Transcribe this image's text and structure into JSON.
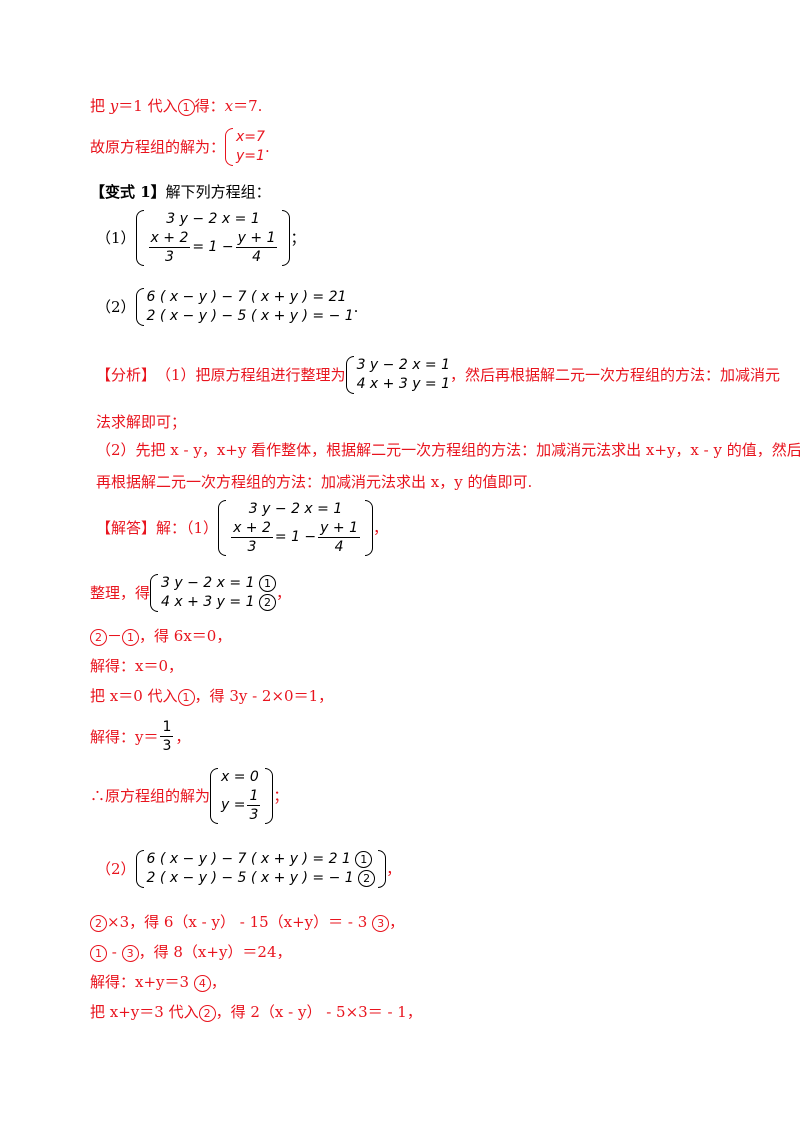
{
  "lines": {
    "l1": {
      "a": "把 ",
      "b": "y",
      "c": "＝1 代入",
      "d": "1",
      "e": "得：",
      "f": "x",
      "g": "＝7."
    },
    "l2": {
      "pre": "故原方程组的解为：",
      "eq1": "x=7",
      "eq2": "y=1",
      "post": "."
    },
    "variant_label": "【变式 1】",
    "variant_text": "解下列方程组：",
    "p1_label": "（1）",
    "p1_eq1": "3 y − 2 x = 1",
    "p1_eq2_pre": "",
    "p1_f1_n": "x + 2",
    "p1_f1_d": "3",
    "p1_eq2_mid": "= 1 −",
    "p1_f2_n": "y + 1",
    "p1_f2_d": "4",
    "p1_post": "；",
    "p2_label": "（2）",
    "p2_eq1": "6 ( x − y ) − 7 ( x + y ) = 21",
    "p2_eq2": "2 ( x − y ) − 5 ( x + y ) = − 1",
    "p2_post": ".",
    "analysis_label": "【分析】",
    "analysis_pre": "（1）把原方程组进行整理为",
    "analysis_eq1": "3 y − 2 x = 1",
    "analysis_eq2": "4 x + 3 y = 1",
    "analysis_post": "，然后再根据解二元一次方程组的方法：加减消元",
    "analysis_l2": "法求解即可；",
    "analysis_l3": "（2）先把 x - y，x+y 看作整体，根据解二元一次方程组的方法：加减消元法求出 x+y，x - y 的值，然后",
    "analysis_l4": "再根据解二元一次方程组的方法：加减消元法求出 x，y 的值即可.",
    "answer_label": "【解答】",
    "answer_pre": "解：（1）",
    "answer_post": "，",
    "tidy_pre": "整理，得",
    "tidy_eq1": "3 y − 2 x = 1",
    "tidy_eq2": "4 x + 3 y = 1",
    "tidy_post": "，",
    "s1": "－",
    "s1_post": "，得 6x＝0，",
    "s2": "解得：x＝0，",
    "s3_pre": "把 x＝0 代入",
    "s3_post": "，得 3y - 2×0＝1，",
    "s4_pre": "解得：y＝",
    "s4_n": "1",
    "s4_d": "3",
    "s4_post": "，",
    "s5_pre": "∴原方程组的解为",
    "s5_eq1": "x = 0",
    "s5_eq2_pre": "y =",
    "s5_n": "1",
    "s5_d": "3",
    "s5_post": "；",
    "q2_label": "（2）",
    "q2_eq1": "6 ( x − y ) − 7 ( x + y ) = 2 1",
    "q2_eq2": "2 ( x − y ) − 5 ( x + y ) = − 1",
    "q2_post": "，",
    "t1_post": "×3，得 6（x - y） - 15（x+y）＝ - 3",
    "t1_end": "，",
    "t2_mid": " - ",
    "t2_post": "，得 8（x+y）＝24，",
    "t3": "解得：x+y＝3",
    "t3_end": "，",
    "t4_pre": "把 x+y＝3 代入",
    "t4_post": "，得 2（x - y） - 5×3＝ - 1，"
  },
  "circled": {
    "one": "1",
    "two": "2",
    "three": "3",
    "four": "4"
  },
  "colors": {
    "answer": "#e8141e",
    "text": "#000000"
  }
}
